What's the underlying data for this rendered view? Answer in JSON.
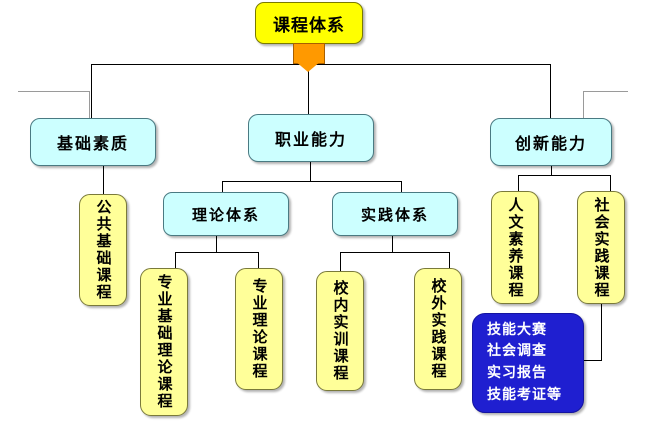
{
  "diagram": {
    "title": "课程体系",
    "root": {
      "label": "课程体系",
      "color": "#FFFF00"
    },
    "categories": [
      {
        "label": "基础素质",
        "color": "#CCFFFF"
      },
      {
        "label": "职业能力",
        "color": "#CCFFFF"
      },
      {
        "label": "创新能力",
        "color": "#CCFFFF"
      }
    ],
    "systems": [
      {
        "label": "理论体系",
        "color": "#CCFFFF",
        "parent": "职业能力"
      },
      {
        "label": "实践体系",
        "color": "#CCFFFF",
        "parent": "职业能力"
      }
    ],
    "courses": [
      {
        "label": "公共基础课程",
        "color": "#FFFF99",
        "parent": "基础素质"
      },
      {
        "label": "专业基础理论课程",
        "color": "#FFFF99",
        "parent": "理论体系"
      },
      {
        "label": "专业理论课程",
        "color": "#FFFF99",
        "parent": "理论体系"
      },
      {
        "label": "校内实训课程",
        "color": "#FFFF99",
        "parent": "实践体系"
      },
      {
        "label": "校外实践课程",
        "color": "#FFFF99",
        "parent": "实践体系"
      },
      {
        "label": "人文素养课程",
        "color": "#FFFF99",
        "parent": "创新能力"
      },
      {
        "label": "社会实践课程",
        "color": "#FFFF99",
        "parent": "创新能力"
      }
    ],
    "activities": {
      "color": "#1F1FD0",
      "text_color": "#FFFFFF",
      "parent": "社会实践课程",
      "items": [
        "技能大赛",
        "社会调查",
        "实习报告",
        "技能考证等"
      ]
    },
    "connector_color": "#000000",
    "accent_color": "#FF9900"
  }
}
